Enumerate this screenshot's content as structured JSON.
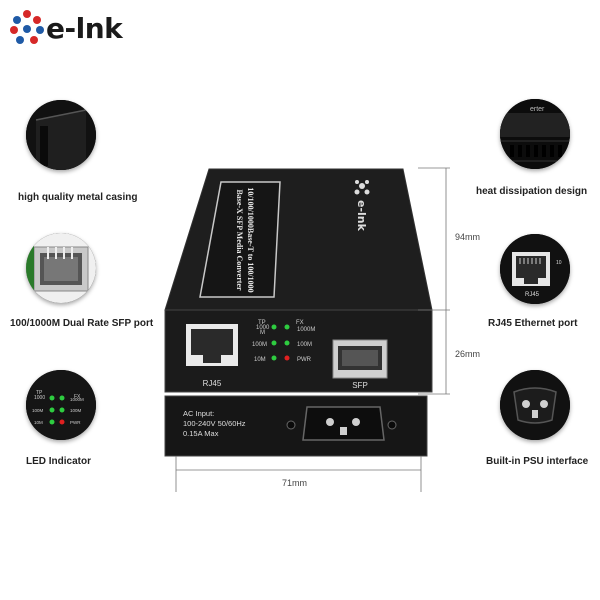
{
  "brand": {
    "name": "e-lnk",
    "box_logo_text": "e-lnk"
  },
  "features": {
    "left": [
      {
        "caption": "high quality metal casing",
        "icon": "metal-casing-icon"
      },
      {
        "caption": "100/1000M Dual Rate SFP port",
        "icon": "sfp-port-icon"
      },
      {
        "caption": "LED Indicator",
        "icon": "led-indicator-icon"
      }
    ],
    "right": [
      {
        "caption": "heat dissipation design",
        "icon": "vent-icon",
        "snippet": "erter"
      },
      {
        "caption": "RJ45 Ethernet port",
        "icon": "rj45-port-icon",
        "snippet_label": "RJ45",
        "snippet_text": "10"
      },
      {
        "caption": "Built-in PSU interface",
        "icon": "power-socket-icon"
      }
    ]
  },
  "device": {
    "top_label_line1": "10/100/1000Base-T to 100/1000",
    "top_label_line2": "Base-X SFP Media Converter",
    "rj45_label": "RJ45",
    "sfp_label": "SFP",
    "leds": {
      "tp_label": "TP",
      "m_label": "M",
      "fx_label": "FX",
      "row1_left": "1000",
      "row1_right": "1000M",
      "row2_left": "100M",
      "row2_right": "100M",
      "row3_left": "10M",
      "row3_right": "PWR"
    },
    "ac_input_line1": "AC Input:",
    "ac_input_line2": "100-240V 50/60Hz",
    "ac_input_line3": "0.15A Max"
  },
  "dimensions": {
    "height_top": "94mm",
    "height_front": "26mm",
    "width": "71mm"
  },
  "colors": {
    "device": "#1b1b1b",
    "led_green": "#2ecc40",
    "led_red": "#e02020",
    "brand_red": "#d62828",
    "brand_blue": "#1f5aa6"
  }
}
